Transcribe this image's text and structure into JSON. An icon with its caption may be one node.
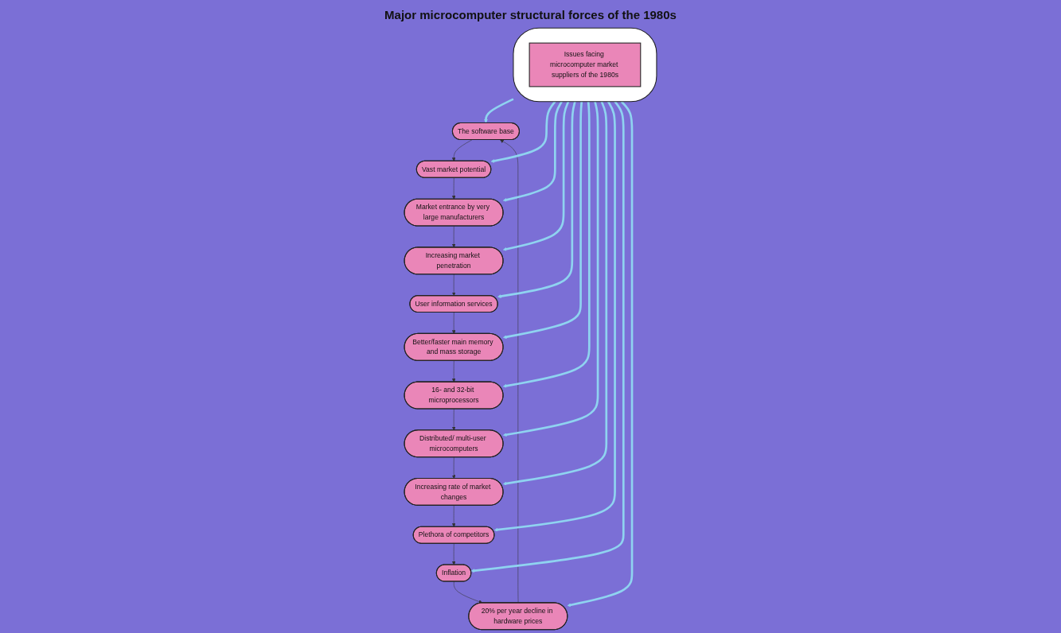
{
  "diagram": {
    "title": "Major microcomputer structural forces of the 1980s",
    "nodes": [
      {
        "text": [],
        "shape": "cloud"
      },
      {
        "text": [
          "Issues facing microcomputer market suppliers of the 1980s"
        ],
        "in": 0
      },
      {
        "text": [
          "The software base"
        ]
      },
      {
        "text": [
          "Vast market potential"
        ]
      },
      {
        "text": [
          "Market entrance by very large manufacturers"
        ]
      },
      {
        "text": [
          "Increasing market penetration"
        ]
      },
      {
        "text": [
          "User information services"
        ]
      },
      {
        "text": [
          "Better/faster main memory and mass storage"
        ]
      },
      {
        "text": [
          "16- and 32-bit microprocessors"
        ]
      },
      {
        "text": [
          "Distributed/ multi-user microcomputers"
        ]
      },
      {
        "text": [
          "Increasing rate of market changes"
        ]
      },
      {
        "text": [
          "Plethora of competitors"
        ]
      },
      {
        "text": [
          "Inflation"
        ]
      },
      {
        "text": [
          "20% per year decline in hardware prices"
        ]
      }
    ],
    "edges": [
      {
        "from": 2,
        "to": 3,
        "arrow": "to"
      },
      {
        "from": 3,
        "to": 4,
        "arrow": "to"
      },
      {
        "from": 4,
        "to": 5,
        "arrow": "to"
      },
      {
        "from": 5,
        "to": 6,
        "arrow": "to"
      },
      {
        "from": 6,
        "to": 7,
        "arrow": "to"
      },
      {
        "from": 7,
        "to": 8,
        "arrow": "to"
      },
      {
        "from": 8,
        "to": 9,
        "arrow": "to"
      },
      {
        "from": 9,
        "to": 10,
        "arrow": "to"
      },
      {
        "from": 10,
        "to": 11,
        "arrow": "to"
      },
      {
        "from": 11,
        "to": 12,
        "arrow": "to"
      },
      {
        "from": 12,
        "to": 13,
        "arrow": "to"
      },
      {
        "from": 13,
        "to": 2,
        "arrow": "to"
      },
      {
        "from": 0,
        "to": 2,
        "arrow": "to",
        "style": "thick",
        "color": "#8fd3f0"
      },
      {
        "from": 0,
        "to": 3,
        "arrow": "to",
        "style": "thick",
        "color": "#8fd3f0"
      },
      {
        "from": 0,
        "to": 4,
        "arrow": "to",
        "style": "thick",
        "color": "#8fd3f0"
      },
      {
        "from": 0,
        "to": 5,
        "arrow": "to",
        "style": "thick",
        "color": "#8fd3f0"
      },
      {
        "from": 0,
        "to": 6,
        "arrow": "to",
        "style": "thick",
        "color": "#8fd3f0"
      },
      {
        "from": 0,
        "to": 7,
        "arrow": "to",
        "style": "thick",
        "color": "#8fd3f0"
      },
      {
        "from": 0,
        "to": 8,
        "arrow": "to",
        "style": "thick",
        "color": "#8fd3f0"
      },
      {
        "from": 0,
        "to": 9,
        "arrow": "to",
        "style": "thick",
        "color": "#8fd3f0"
      },
      {
        "from": 0,
        "to": 10,
        "arrow": "to",
        "style": "thick",
        "color": "#8fd3f0"
      },
      {
        "from": 0,
        "to": 11,
        "arrow": "to",
        "style": "thick",
        "color": "#8fd3f0"
      },
      {
        "from": 0,
        "to": 12,
        "arrow": "to",
        "style": "thick",
        "color": "#8fd3f0"
      },
      {
        "from": 0,
        "to": 13,
        "arrow": "to",
        "style": "thick",
        "color": "#8fd3f0"
      }
    ]
  }
}
